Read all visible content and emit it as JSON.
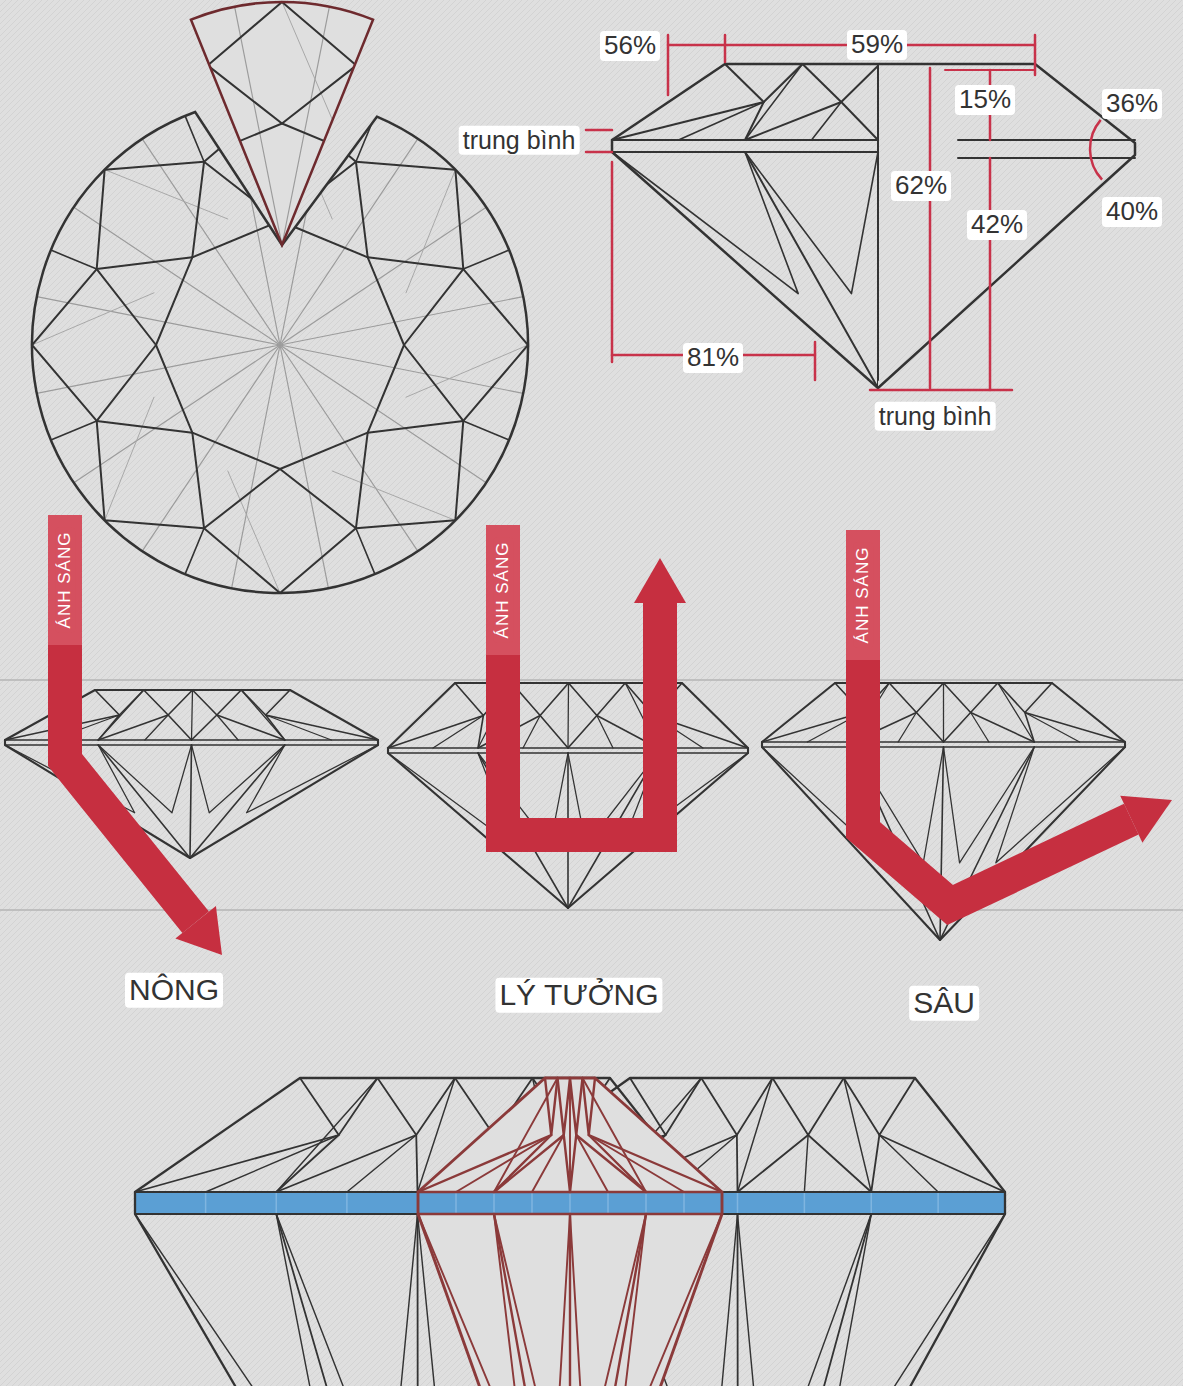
{
  "diagram": {
    "labels": [
      "56%",
      "59%",
      "15%",
      "36%",
      "trung bình",
      "62%",
      "40%",
      "42%",
      "81%",
      "trung bình",
      "ÁNH SÁNG",
      "ÁNH SÁNG",
      "ÁNH SÁNG",
      "NÔNG",
      "LÝ TƯỞNG",
      "SÂU"
    ]
  }
}
